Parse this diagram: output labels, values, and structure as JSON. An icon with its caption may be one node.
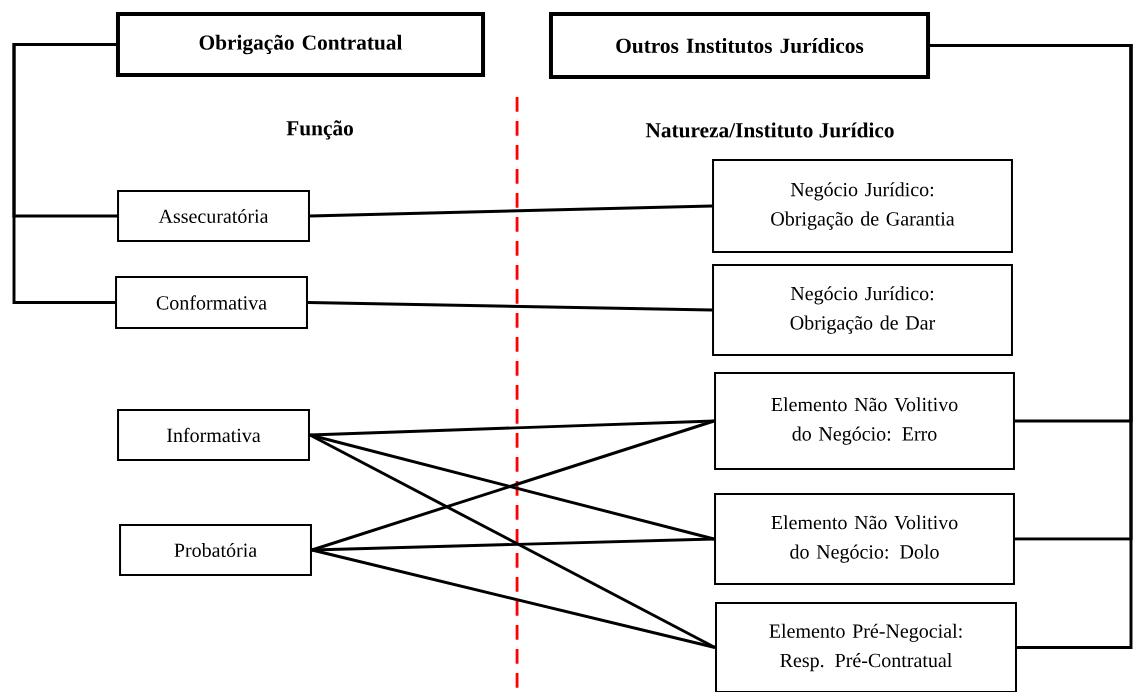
{
  "diagram": {
    "nodes": [
      {
        "text": [
          "Obrigação Contratual"
        ]
      },
      {
        "text": [
          "Outros Institutos Jurídicos"
        ]
      },
      {
        "text": [
          "Assecuratória"
        ]
      },
      {
        "text": [
          "Conformativa"
        ]
      },
      {
        "text": [
          "Informativa"
        ]
      },
      {
        "text": [
          "Probatória"
        ]
      },
      {
        "text": [
          "Negócio Jurídico: Obrigação de Garantia"
        ]
      },
      {
        "text": [
          "Negócio Jurídico: Obrigação de Dar"
        ]
      },
      {
        "text": [
          "Elemento Não Volitivo do Negócio: Erro"
        ]
      },
      {
        "text": [
          "Elemento Não Volitivo do Negócio: Dolo"
        ]
      },
      {
        "text": [
          "Elemento Pré-Negocial: Resp. Pré-Contratual"
        ]
      }
    ],
    "edges": [
      {
        "from": 0,
        "to": 2,
        "arrow": "none"
      },
      {
        "from": 0,
        "to": 3,
        "arrow": "none"
      },
      {
        "from": 1,
        "to": 8,
        "arrow": "none"
      },
      {
        "from": 1,
        "to": 9,
        "arrow": "none"
      },
      {
        "from": 1,
        "to": 10,
        "arrow": "none"
      },
      {
        "from": 2,
        "to": 6,
        "arrow": "none"
      },
      {
        "from": 3,
        "to": 7,
        "arrow": "none"
      },
      {
        "from": 4,
        "to": 8,
        "arrow": "none"
      },
      {
        "from": 4,
        "to": 9,
        "arrow": "none"
      },
      {
        "from": 4,
        "to": 10,
        "arrow": "none"
      },
      {
        "from": 5,
        "to": 8,
        "arrow": "none"
      },
      {
        "from": 5,
        "to": 9,
        "arrow": "none"
      },
      {
        "from": 5,
        "to": 10,
        "arrow": "none"
      }
    ],
    "labels": [
      "Função",
      "Natureza/Instituto Jurídico"
    ]
  }
}
